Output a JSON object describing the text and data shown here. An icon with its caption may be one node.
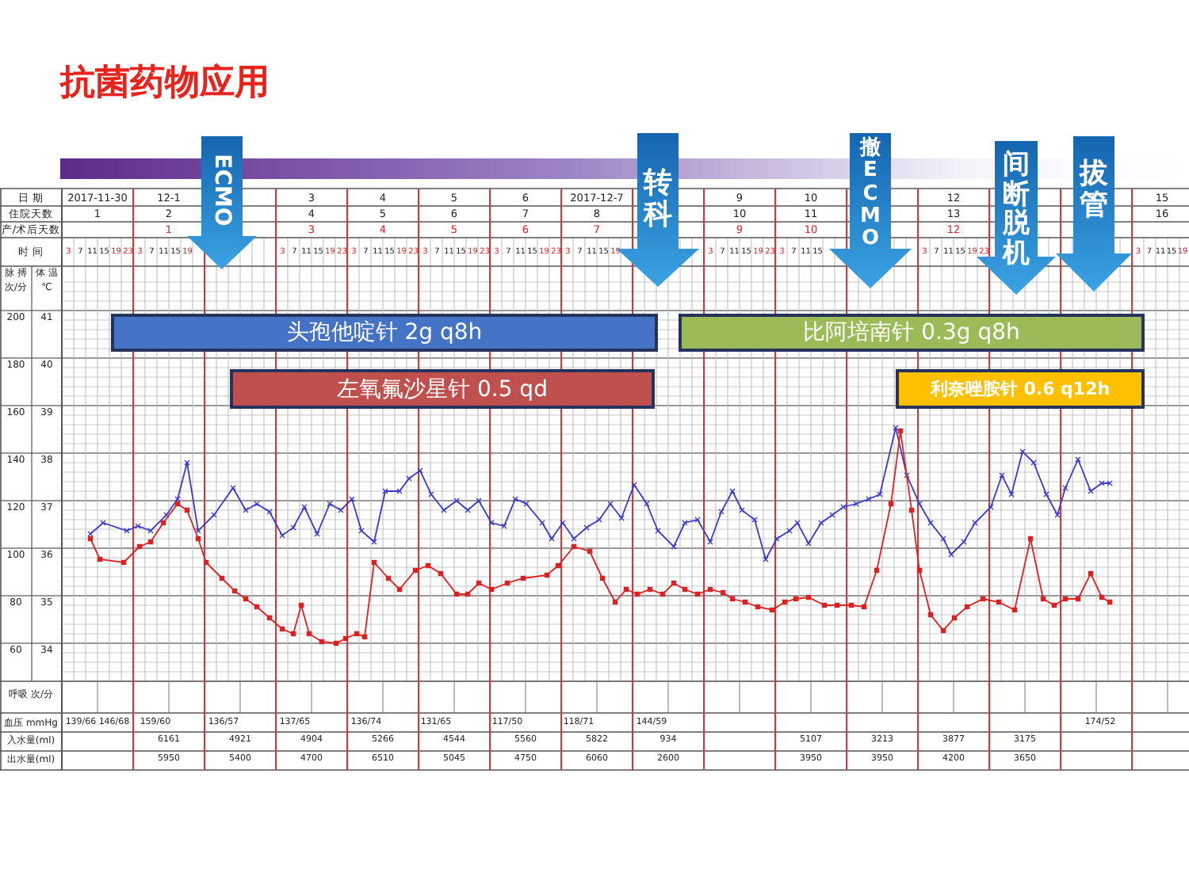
{
  "diagram": {
    "title": "抗菌药物应用",
    "nodes": [
      {
        "text": [
          "ECMO"
        ]
      },
      {
        "text": [
          "转科"
        ]
      },
      {
        "text": [
          "撤ECMO"
        ]
      },
      {
        "text": [
          "间断脱机"
        ]
      },
      {
        "text": [
          "拔管"
        ]
      },
      {
        "text": [
          "头孢他啶针 2g q8h"
        ]
      },
      {
        "text": [
          "比阿培南针 0.3g q8h"
        ]
      },
      {
        "text": [
          "左氧氟沙星针 0.5 qd"
        ]
      },
      {
        "text": [
          "利奈唑胺针 0.6 q12h"
        ]
      }
    ],
    "labels": [
      "日 期",
      "2017-11-30",
      "12-1",
      "3",
      "4",
      "5",
      "6",
      "2017-12-7",
      "9",
      "10",
      "12",
      "15",
      "住院天数",
      "1",
      "2",
      "4",
      "5",
      "6",
      "7",
      "8",
      "10",
      "11",
      "13",
      "16",
      "产/术后天数",
      "1",
      "3",
      "4",
      "5",
      "6",
      "7",
      "9",
      "10",
      "12",
      "时 间",
      "3",
      "7",
      "11",
      "15",
      "19",
      "23",
      "3",
      "7",
      "11",
      "15",
      "19",
      "3",
      "7",
      "11",
      "15",
      "19",
      "23",
      "3",
      "7",
      "11",
      "15",
      "19",
      "23",
      "3",
      "7",
      "11",
      "15",
      "19",
      "23",
      "3",
      "7",
      "11",
      "15",
      "19",
      "23",
      "3",
      "7",
      "11",
      "15",
      "19",
      "3",
      "7",
      "11",
      "15",
      "19",
      "23",
      "3",
      "7",
      "11",
      "15",
      "3",
      "7",
      "11",
      "15",
      "19",
      "23",
      "3",
      "7",
      "11",
      "15",
      "19",
      "脉 搏",
      "体 温",
      "次/分",
      "℃",
      "200",
      "41",
      "180",
      "40",
      "160",
      "39",
      "140",
      "38",
      "120",
      "37",
      "100",
      "36",
      "80",
      "35",
      "60",
      "34",
      "呼吸 次/分",
      "血压 mmHg",
      "139/66",
      "146/68",
      "159/60",
      "136/57",
      "137/65",
      "136/74",
      "131/65",
      "117/50",
      "118/71",
      "144/59",
      "174/52",
      "入水量(ml)",
      "6161",
      "4921",
      "4904",
      "5266",
      "4544",
      "5560",
      "5822",
      "934",
      "5107",
      "3213",
      "3877",
      "3175",
      "出水量(ml)",
      "5950",
      "5400",
      "4700",
      "6510",
      "5045",
      "4750",
      "6060",
      "2600",
      "3950",
      "3950",
      "4200",
      "3650"
    ]
  }
}
